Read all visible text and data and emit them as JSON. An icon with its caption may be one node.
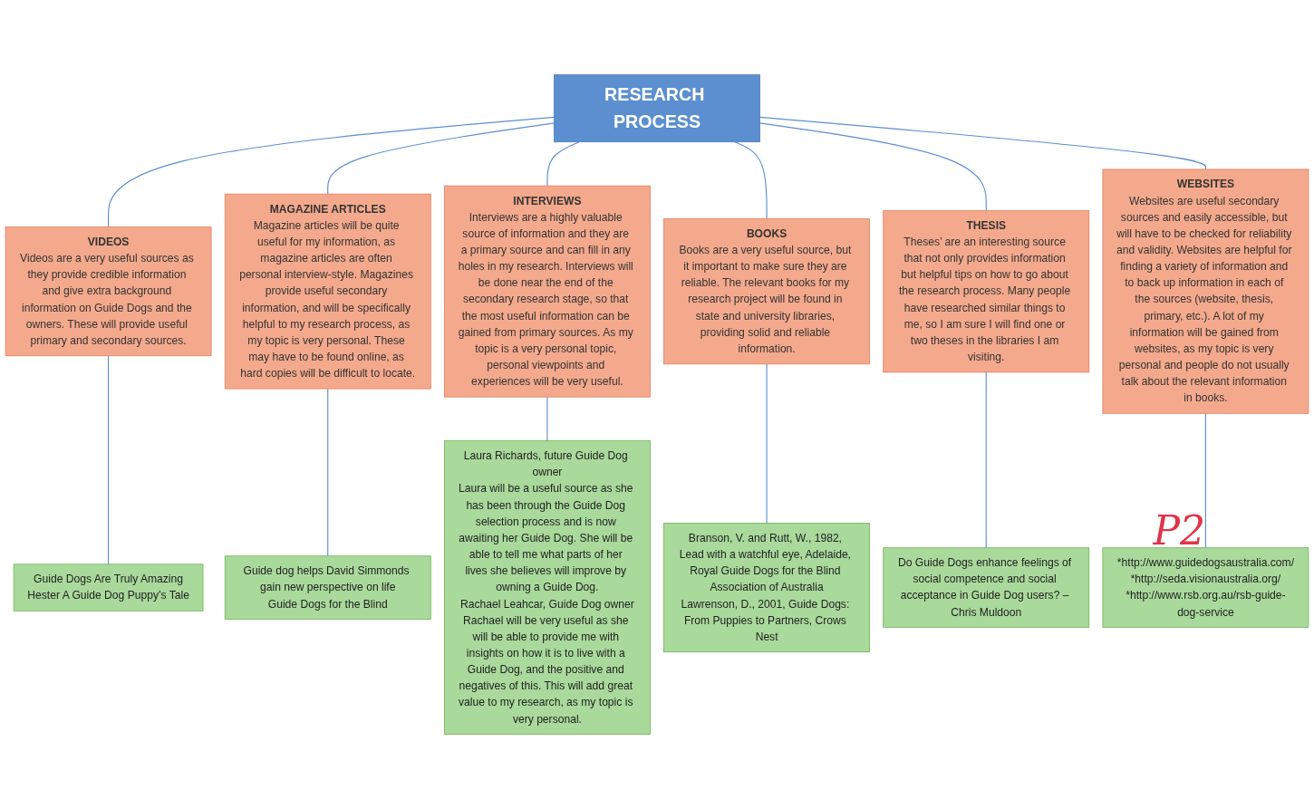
{
  "diagram": {
    "nodes": [
      {
        "text": [
          "RESEARCH PROCESS"
        ]
      },
      {
        "text": [
          "VIDEOS",
          "Videos are a very useful sources as they provide credible information and give extra background information on Guide Dogs and the owners. These will provide useful primary and secondary sources."
        ]
      },
      {
        "text": [
          "Guide Dogs Are Truly Amazing",
          "Hester A Guide Dog Puppy’s Tale"
        ]
      },
      {
        "text": [
          "MAGAZINE ARTICLES",
          "Magazine articles will be quite useful for my information, as magazine articles are often personal interview-style. Magazines provide useful secondary information, and will be specifically helpful to my research process, as my topic is very personal. These may have to be found online, as hard copies will be difficult to locate."
        ]
      },
      {
        "text": [
          "Guide dog helps David Simmonds gain new perspective on life",
          "Guide Dogs for the Blind"
        ]
      },
      {
        "text": [
          "INTERVIEWS",
          "Interviews are a highly valuable source of information and they are a primary source and can fill in any holes in my research. Interviews will be done near the end of the secondary research stage, so that the most useful information can be gained from primary sources. As my topic is a very personal topic, personal viewpoints and experiences will be very useful."
        ]
      },
      {
        "text": [
          "BOOKS",
          "Books are a very useful source, but it important to make sure they are reliable. The relevant books for my research project will be found in state and university libraries, providing solid and reliable information."
        ]
      },
      {
        "text": [
          "Branson, V. and Rutt, W., 1982, Lead with a watchful eye, Adelaide, Royal Guide Dogs for the Blind Association of Australia",
          "Lawrenson, D., 2001, Guide Dogs: From Puppies to Partners, Crows Nest"
        ]
      },
      {
        "text": [
          "THESIS",
          "Theses’ are an interesting source that not only provides information but helpful tips on how to go about the research process. Many people have researched similar things to me, so I am sure I will find one or two theses in the libraries I am visiting."
        ]
      },
      {
        "text": [
          "Laura Richards, future Guide Dog owner",
          "Laura will be a useful source as she has been through the Guide Dog selection process and is now awaiting her Guide Dog. She will be able to tell me what parts of her lives she believes will improve by owning a Guide Dog.",
          "Rachael Leahcar, Guide Dog owner",
          "Rachael will be very useful as she will be able to provide me with insights on how it is to live with a Guide Dog, and the positive and negatives of this. This will add great value to my research, as my topic is very personal."
        ]
      },
      {
        "text": [
          "WEBSITES",
          "Websites are useful secondary sources and easily accessible, but will have to be checked for reliability and validity. Websites are helpful for finding a variety of information and to back up information in each of the sources (website, thesis, primary, etc.). A lot of my information will be gained from websites, as my topic is very personal and people do not usually talk about the relevant information in books."
        ]
      },
      {
        "text": [
          "*http://www.guidedogsaustralia.com/",
          "*http://seda.visionaustralia.org/",
          "*http://www.rsb.org.au/rsb-guide-dog-service"
        ]
      },
      {
        "text": [
          "Do Guide Dogs enhance feelings of social competence and social acceptance in Guide Dog users? – Chris Muldoon"
        ]
      }
    ],
    "edges": [
      {
        "from": 0,
        "to": 1,
        "arrow": "none"
      },
      {
        "from": 1,
        "to": 2,
        "arrow": "none"
      },
      {
        "from": 0,
        "to": 3,
        "arrow": "none"
      },
      {
        "from": 3,
        "to": 4,
        "arrow": "none"
      },
      {
        "from": 0,
        "to": 5,
        "arrow": "none"
      },
      {
        "from": 0,
        "to": 6,
        "arrow": "none"
      },
      {
        "from": 6,
        "to": 7,
        "arrow": "none"
      },
      {
        "from": 0,
        "to": 8,
        "arrow": "none"
      },
      {
        "from": 5,
        "to": 9,
        "arrow": "none"
      },
      {
        "from": 0,
        "to": 10,
        "arrow": "none"
      },
      {
        "from": 10,
        "to": 11,
        "arrow": "none"
      },
      {
        "from": 8,
        "to": 12,
        "arrow": "none"
      }
    ],
    "labels": [
      "P2"
    ]
  }
}
